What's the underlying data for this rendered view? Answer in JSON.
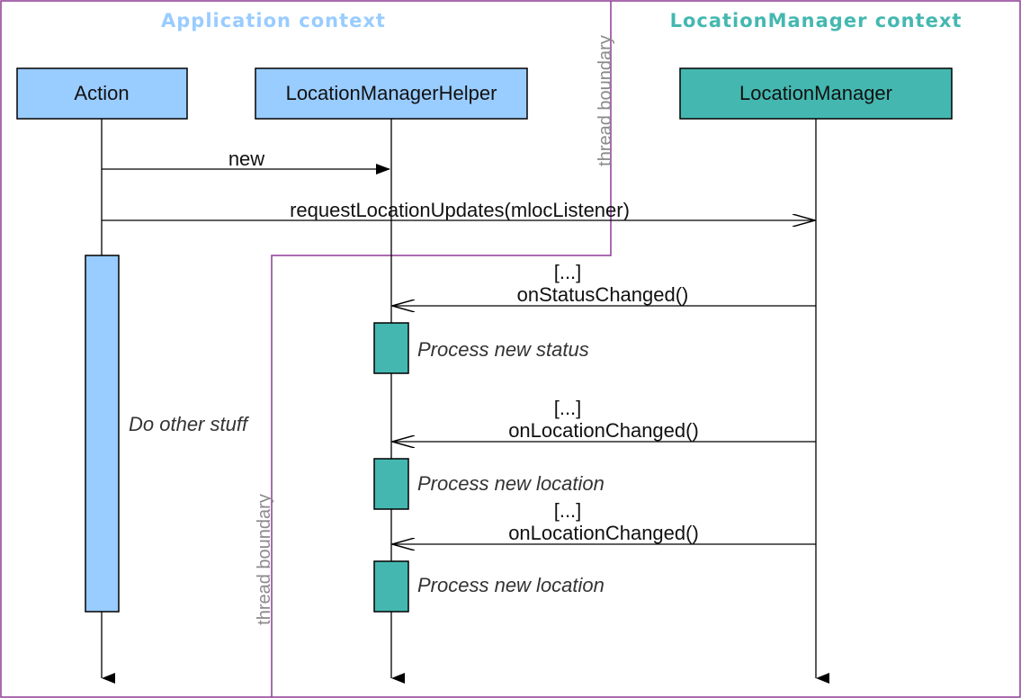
{
  "contexts": {
    "application": "Application context",
    "location_manager": "LocationManager context"
  },
  "thread_boundary_label": "thread boundary",
  "participants": {
    "action": "Action",
    "helper": "LocationManagerHelper",
    "manager": "LocationManager"
  },
  "messages": {
    "new": "new",
    "request_updates": "requestLocationUpdates(mlocListener)",
    "status_changed_prefix": "[...]",
    "status_changed": "onStatusChanged()",
    "location_changed_1_prefix": "[...]",
    "location_changed_1": "onLocationChanged()",
    "location_changed_2_prefix": "[...]",
    "location_changed_2": "onLocationChanged()"
  },
  "activations": {
    "action_note": "Do other stuff",
    "process_status": "Process new status",
    "process_location_1": "Process new location",
    "process_location_2": "Process new location"
  },
  "colors": {
    "app_context": "#99ccff",
    "lm_context": "#44b8b0",
    "boundary": "#8e3a96",
    "lifeline": "#000000"
  }
}
